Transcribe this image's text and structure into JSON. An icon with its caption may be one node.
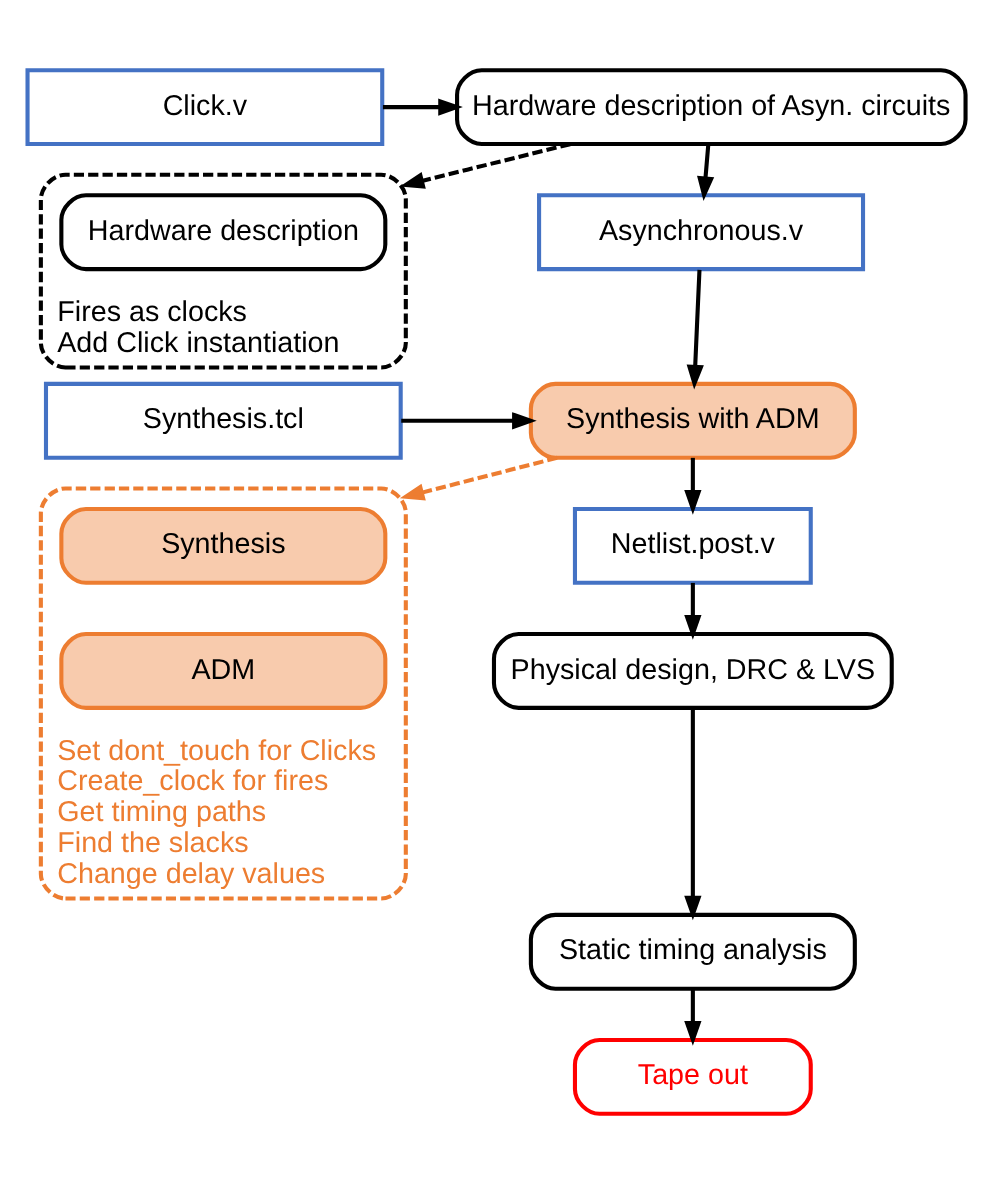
{
  "diagram": {
    "nodes": [
      {
        "text": [
          "Click.v"
        ]
      },
      {
        "text": [
          "Hardware description of Asyn. circuits"
        ]
      },
      {
        "text": [
          "Fires as clocks",
          "Add Click instantiation"
        ]
      },
      {
        "text": [
          "Hardware description"
        ],
        "in": 2
      },
      {
        "text": [
          "Asynchronous.v"
        ]
      },
      {
        "text": [
          "Synthesis.tcl"
        ]
      },
      {
        "text": [
          "Synthesis with ADM"
        ]
      },
      {
        "text": [
          "Set dont_touch for Clicks",
          "Create_clock for fires",
          "Get timing paths",
          "Find the slacks",
          "Change delay values"
        ]
      },
      {
        "text": [
          "Synthesis"
        ],
        "in": 7
      },
      {
        "text": [
          "ADM"
        ],
        "in": 7
      },
      {
        "text": [
          "Netlist.post.v"
        ]
      },
      {
        "text": [
          "Physical design, DRC & LVS"
        ]
      },
      {
        "text": [
          "Static timing analysis"
        ]
      },
      {
        "text": [
          "Tape out"
        ]
      }
    ],
    "edges": [
      {
        "from": 0,
        "to": 1,
        "arrow": "to"
      },
      {
        "from": 1,
        "to": 2,
        "arrow": "to",
        "style": "dashed"
      },
      {
        "from": 1,
        "to": 4,
        "arrow": "to"
      },
      {
        "from": 4,
        "to": 6,
        "arrow": "to"
      },
      {
        "from": 5,
        "to": 6,
        "arrow": "to"
      },
      {
        "from": 6,
        "to": 7,
        "arrow": "to",
        "style": "dashed",
        "color": "#ed7d31"
      },
      {
        "from": 6,
        "to": 10,
        "arrow": "to"
      },
      {
        "from": 10,
        "to": 11,
        "arrow": "to"
      },
      {
        "from": 11,
        "to": 12,
        "arrow": "to"
      },
      {
        "from": 12,
        "to": 13,
        "arrow": "to"
      }
    ]
  }
}
